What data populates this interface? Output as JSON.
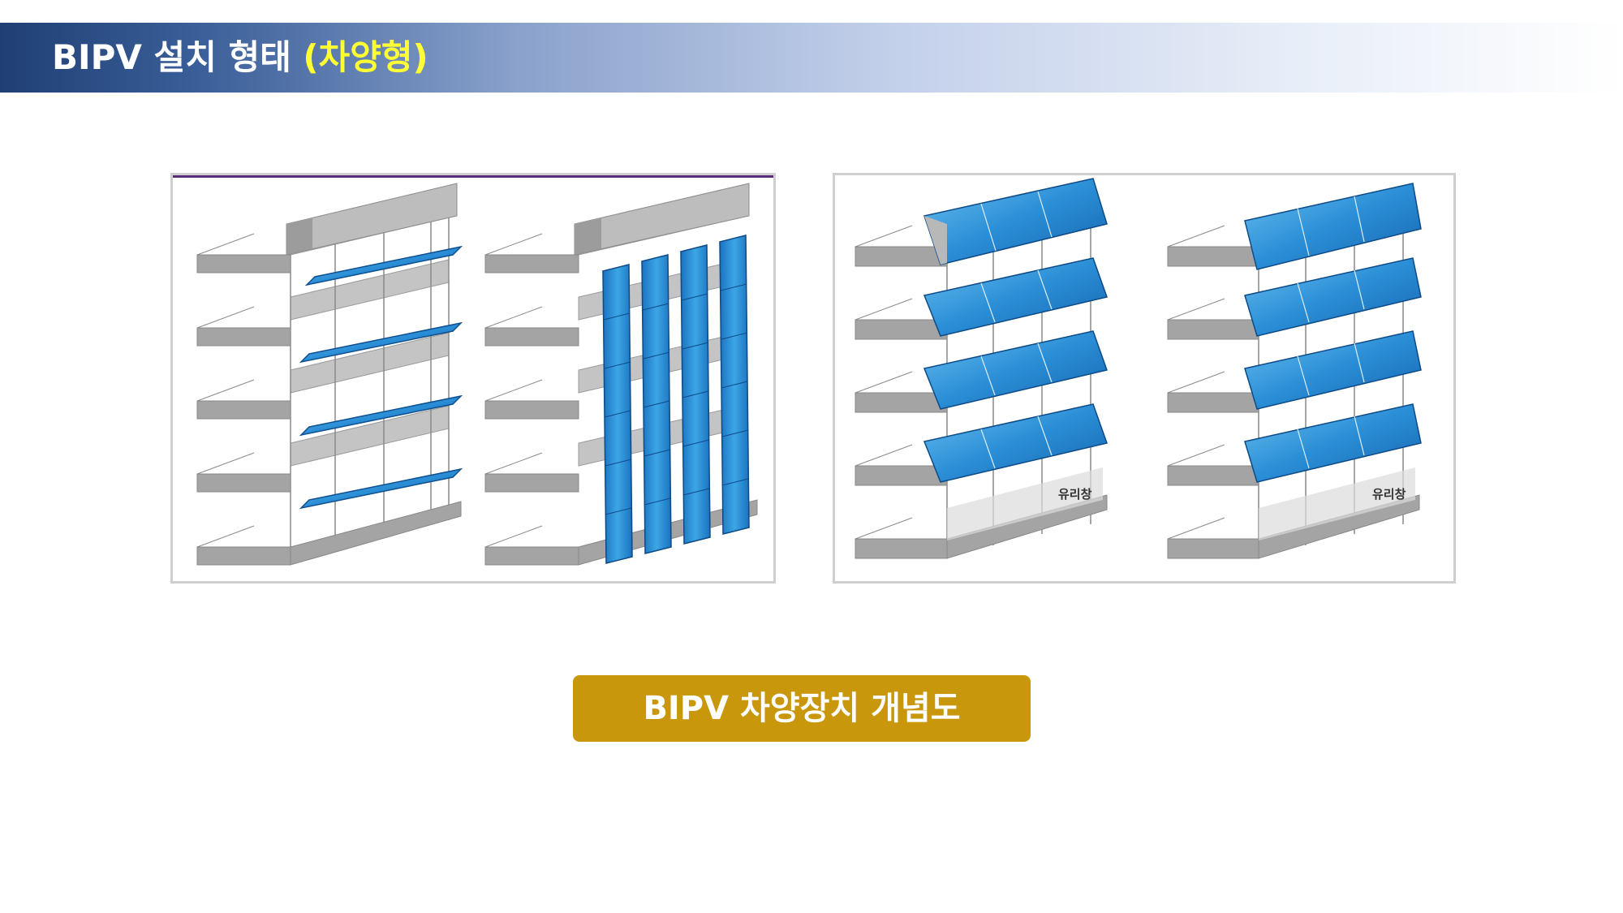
{
  "header": {
    "title_main": "BIPV 설치 형태 ",
    "title_accent": "(차양형)"
  },
  "figures": {
    "window_label_1": "유리창",
    "window_label_2": "유리창"
  },
  "caption": {
    "label": "BIPV 차양장치 개념도"
  },
  "colors": {
    "title_bar_start": "#1f3f74",
    "title_accent": "#ffff33",
    "caption_bg": "#c9970c",
    "panel_blue": "#2a8ed6",
    "building_gray": "#9a9a9a"
  }
}
